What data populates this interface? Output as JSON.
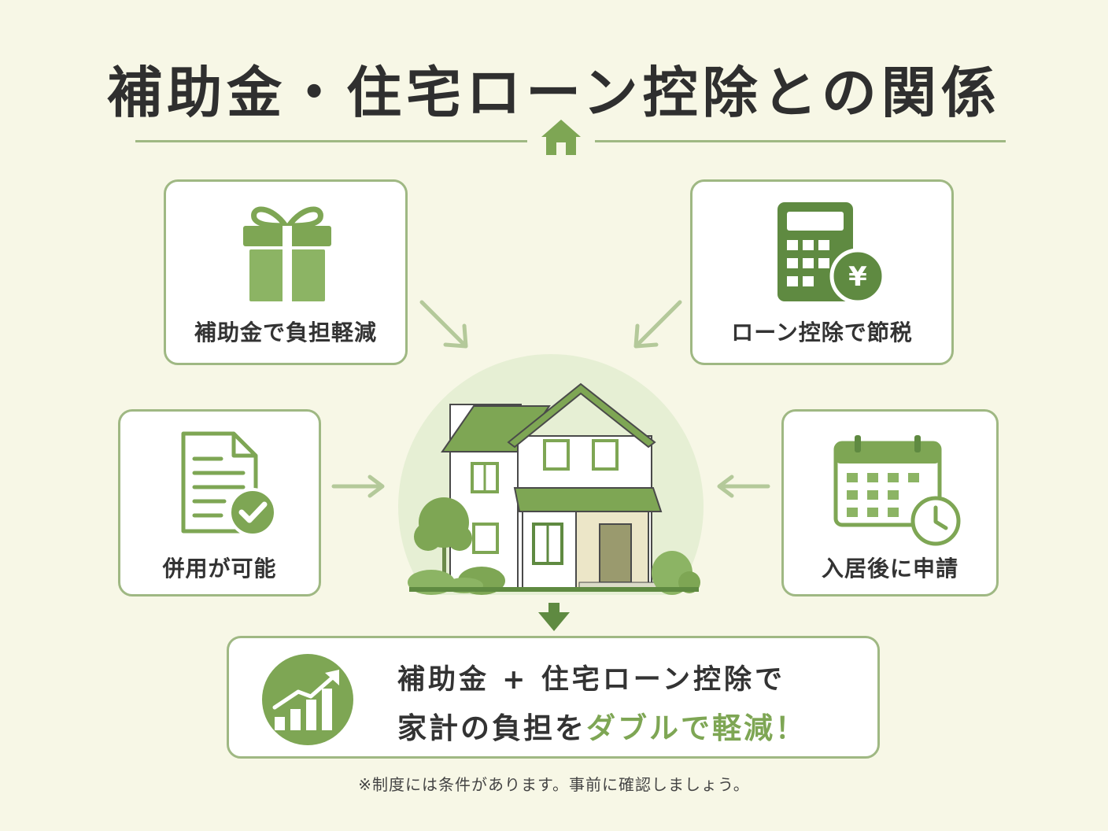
{
  "title": "補助金・住宅ローン控除との関係",
  "cards": {
    "subsidy": "補助金で負担軽減",
    "loan": "ローン控除で節税",
    "combined": "併用が可能",
    "apply": "入居後に申請"
  },
  "summary": {
    "line1": "補助金 + 住宅ローン控除で",
    "line2_prefix": "家計の負担を",
    "line2_highlight": "ダブルで軽減！"
  },
  "yen_symbol": "¥",
  "note": "※制度には条件があります。事前に確認しましょう。",
  "colors": {
    "background": "#f7f7e6",
    "accent": "#7ea654",
    "border": "#9fb883",
    "dark_green": "#5f8a41",
    "light_green": "#e6efd4"
  },
  "icons": [
    "home-icon",
    "gift-icon",
    "calculator-icon",
    "yen-icon",
    "document-check-icon",
    "calendar-icon",
    "clock-icon",
    "house-illustration",
    "chart-up-icon"
  ]
}
